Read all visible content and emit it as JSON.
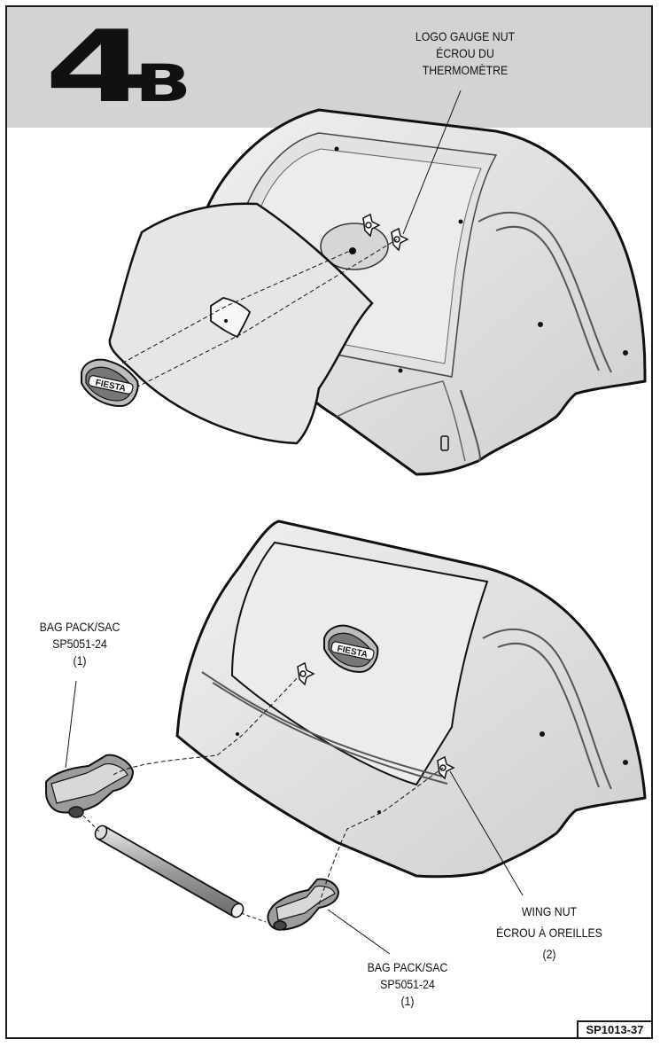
{
  "header": {
    "step_number": "4",
    "step_letter": "B"
  },
  "labels": {
    "logo_gauge_nut": [
      "LOGO GAUGE NUT",
      "ÉCROU DU",
      "THERMOMÈTRE"
    ],
    "bag_pack_left": [
      "BAG PACK/SAC",
      "SP5051-24",
      "(1)"
    ],
    "bag_pack_bottom": [
      "BAG PACK/SAC",
      "SP5051-24",
      "(1)"
    ],
    "wing_nut": [
      "WING NUT",
      "ÉCROU À OREILLES",
      "(2)"
    ]
  },
  "logo_badge": {
    "text": "FIESTA"
  },
  "footer": {
    "part_code": "SP1013-37"
  }
}
